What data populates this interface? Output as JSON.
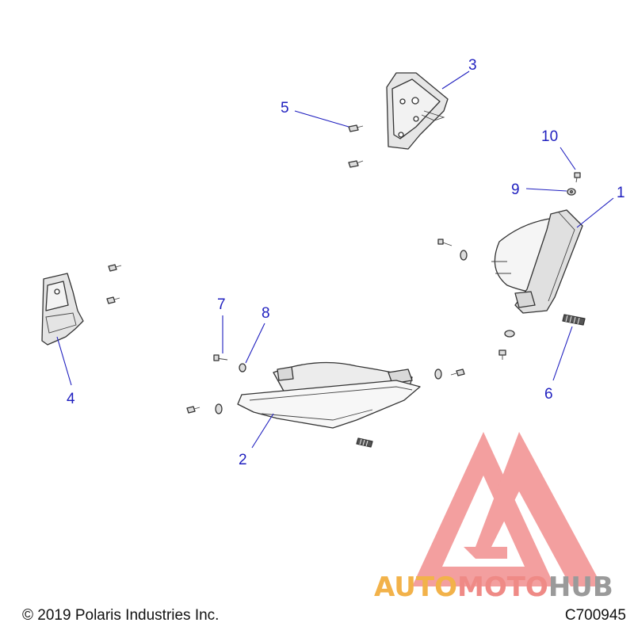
{
  "callouts": [
    "1",
    "2",
    "3",
    "4",
    "5",
    "6",
    "7",
    "8",
    "9",
    "10"
  ],
  "footer": {
    "copyright": "© 2019 Polaris Industries Inc.",
    "drawing_code": "C700945"
  },
  "watermark": {
    "word_a": "AUTO",
    "word_b": "MOTO",
    "word_c": "HUB",
    "color_a": "#f2b24a",
    "color_b": "#ef8a86",
    "color_c": "#9a9a9a",
    "logo_color": "#ef7f7f"
  },
  "colors": {
    "callout": "#1f1fbf",
    "line": "#333333"
  }
}
